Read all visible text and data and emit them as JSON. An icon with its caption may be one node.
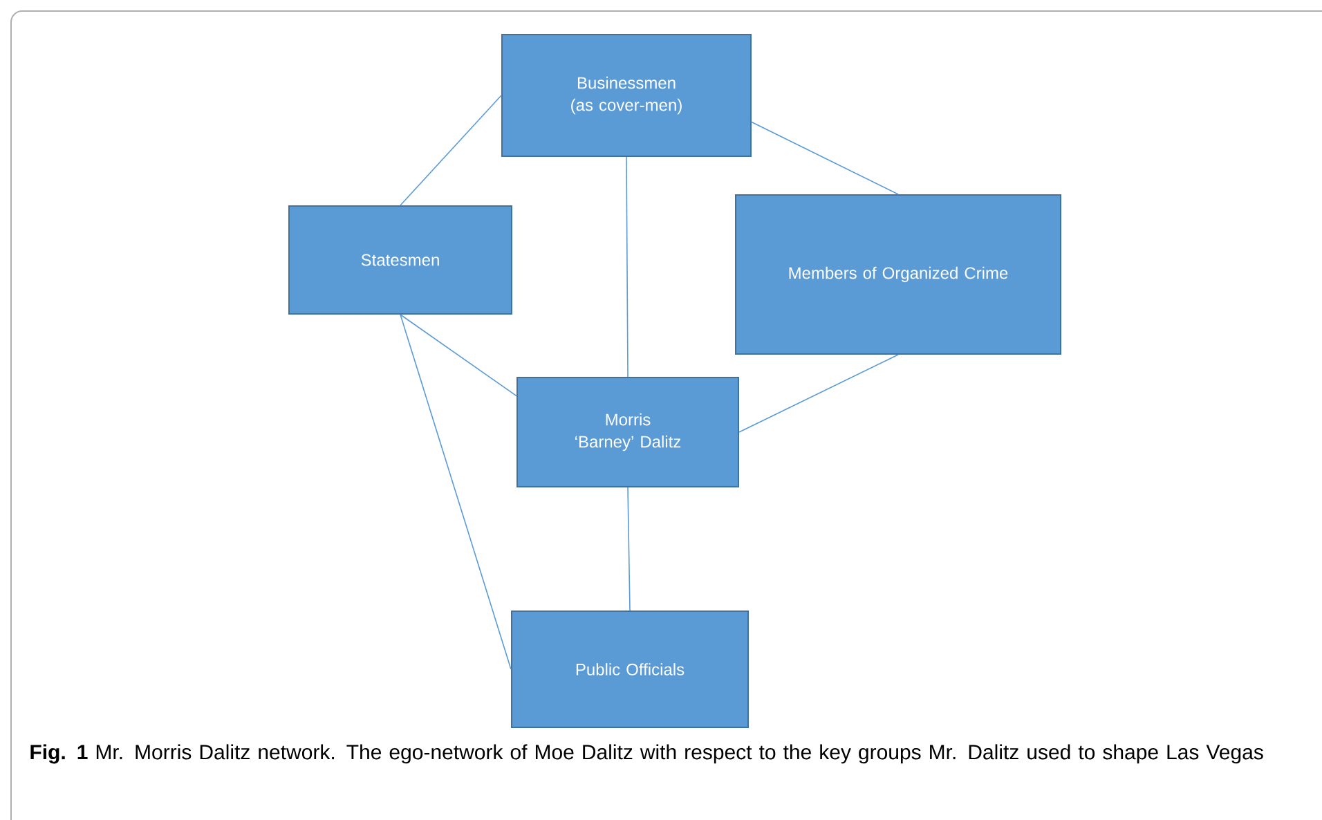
{
  "diagram": {
    "caption": "**Fig. 1** Mr. Morris Dalitz network. The ego-network of Moe Dalitz with respect to the key groups Mr. Dalitz used to shape Las Vegas",
    "nodes": [
      {
        "text": [
          "Businessmen (as cover-men)"
        ]
      },
      {
        "text": [
          "Statesmen"
        ]
      },
      {
        "text": [
          "Members of Organized Crime"
        ]
      },
      {
        "text": [
          "Morris ‘Barney’ Dalitz"
        ]
      },
      {
        "text": [
          "Public Officials"
        ]
      }
    ],
    "edges": [
      {
        "from": 0,
        "to": 1,
        "arrow": "none"
      },
      {
        "from": 0,
        "to": 2,
        "arrow": "none"
      },
      {
        "from": 0,
        "to": 3,
        "arrow": "none"
      },
      {
        "from": 1,
        "to": 3,
        "arrow": "none"
      },
      {
        "from": 1,
        "to": 4,
        "arrow": "none"
      },
      {
        "from": 2,
        "to": 3,
        "arrow": "none"
      },
      {
        "from": 3,
        "to": 4,
        "arrow": "none"
      }
    ]
  }
}
